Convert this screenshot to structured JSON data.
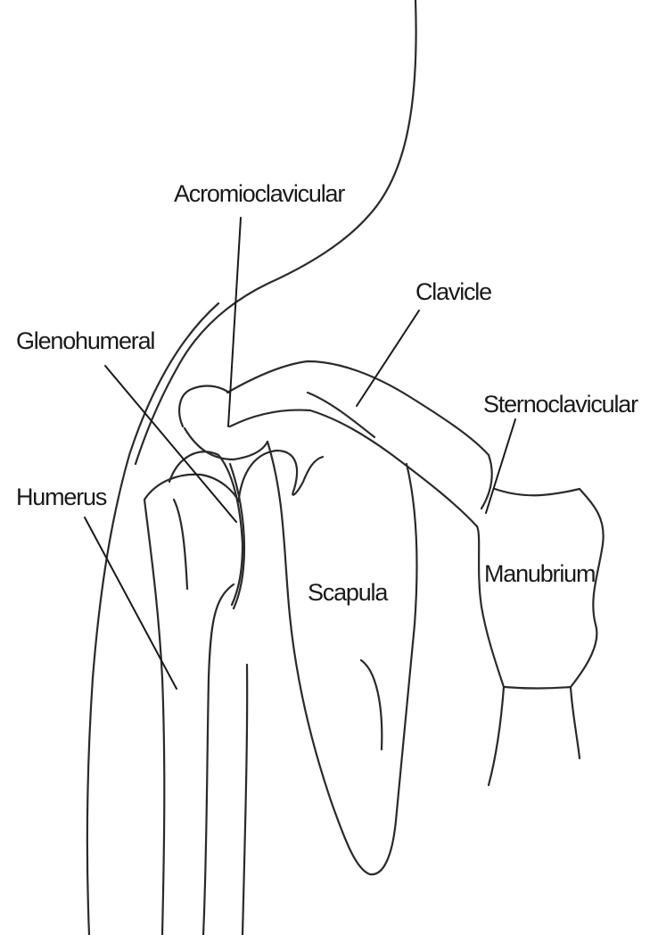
{
  "labels": {
    "acromioclavicular": "Acromioclavicular",
    "clavicle": "Clavicle",
    "glenohumeral": "Glenohumeral",
    "sternoclavicular": "Sternoclavicular",
    "humerus": "Humerus",
    "manubrium": "Manubrium",
    "scapula": "Scapula"
  }
}
